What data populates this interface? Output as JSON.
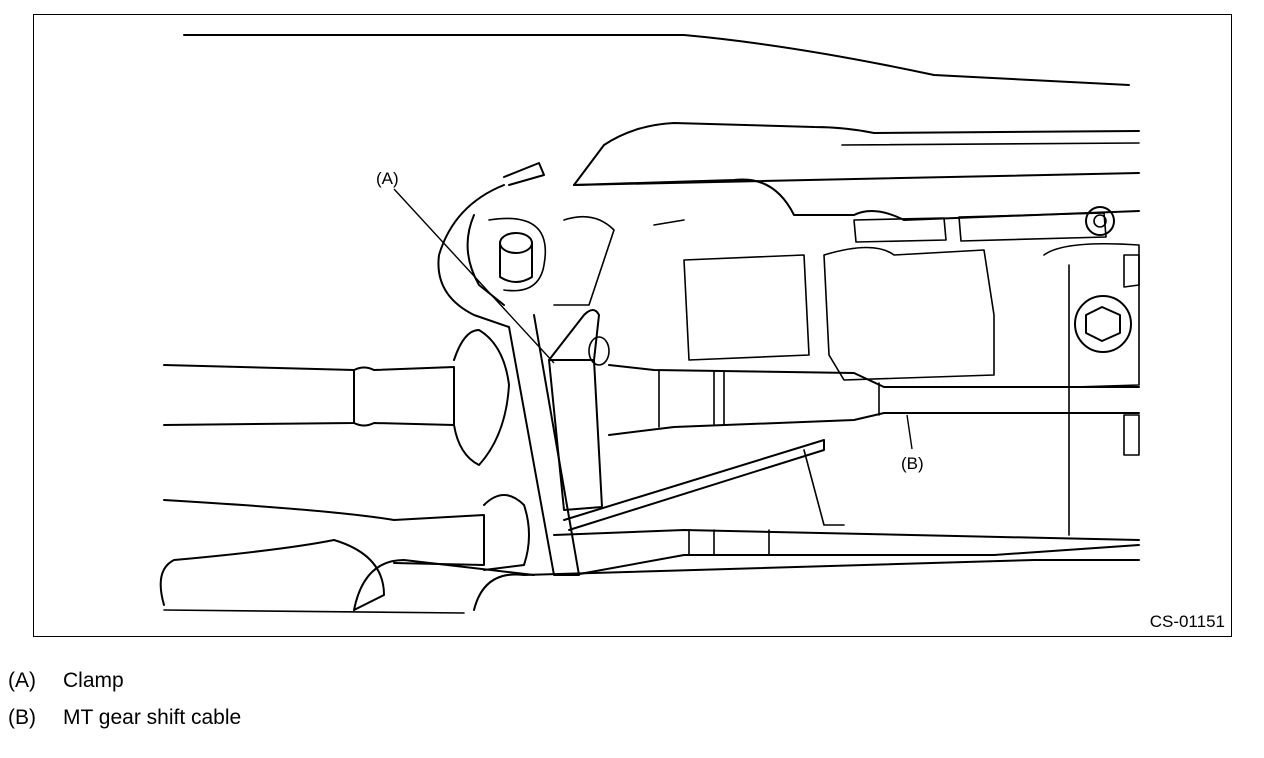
{
  "figure": {
    "code": "CS-01151",
    "callouts": [
      {
        "key": "(A)",
        "label": "(A)"
      },
      {
        "key": "(B)",
        "label": "(B)"
      }
    ]
  },
  "legend": [
    {
      "key": "(A)",
      "text": "Clamp"
    },
    {
      "key": "(B)",
      "text": "MT gear shift cable"
    }
  ]
}
